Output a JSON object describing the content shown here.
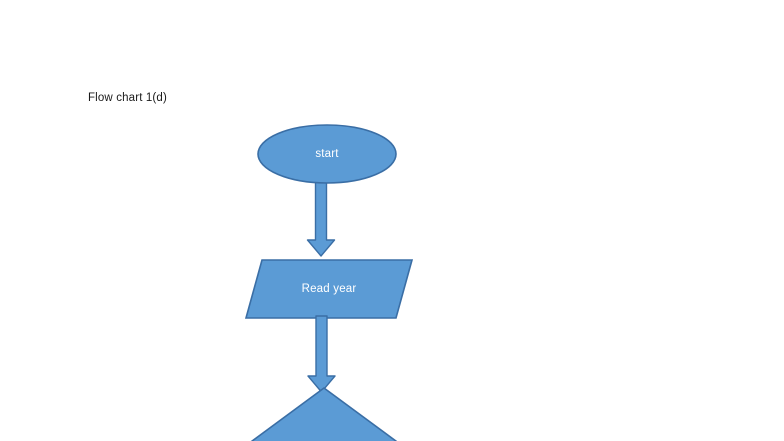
{
  "document": {
    "title": "Flow chart 1(d)",
    "background_color": "#ffffff"
  },
  "theme": {
    "shape_fill": "#5B9BD5",
    "shape_stroke": "#3A6EA5",
    "shape_text_color": "#ffffff",
    "title_text_color": "#1a1a1a",
    "connector_fill": "#5B9BD5",
    "connector_stroke": "#3A6EA5"
  },
  "flowchart": {
    "nodes": [
      {
        "id": "start",
        "shape": "ellipse",
        "label": "start",
        "fill": "#5B9BD5",
        "stroke": "#3A6EA5"
      },
      {
        "id": "read-year",
        "shape": "parallelogram",
        "label": "Read year",
        "fill": "#5B9BD5",
        "stroke": "#3A6EA5"
      },
      {
        "id": "decision",
        "shape": "diamond",
        "label": "",
        "fill": "#5B9BD5",
        "stroke": "#3A6EA5",
        "note": "clipped by bottom edge"
      }
    ],
    "connectors": [
      {
        "id": "start-to-read-year",
        "type": "down-block-arrow",
        "from": "start",
        "to": "read-year"
      },
      {
        "id": "read-year-to-decision",
        "type": "down-block-arrow",
        "from": "read-year",
        "to": "decision"
      }
    ]
  }
}
